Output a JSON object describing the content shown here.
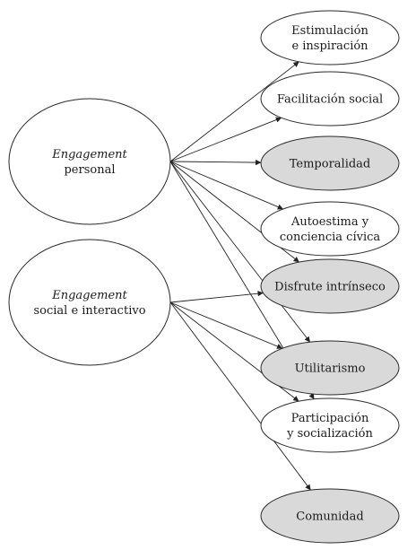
{
  "sources": [
    {
      "id": "personal",
      "lines": [
        "Engagement",
        "personal"
      ],
      "italic_first": true
    },
    {
      "id": "social",
      "lines": [
        "Engagement",
        "social e interactivo"
      ],
      "italic_first": true
    }
  ],
  "targets": [
    {
      "id": "estimulacion",
      "lines": [
        "Estimulación",
        "e inspiración"
      ],
      "fill": "#ffffff"
    },
    {
      "id": "facilitacion",
      "lines": [
        "Facilitación social"
      ],
      "fill": "#ffffff"
    },
    {
      "id": "temporalidad",
      "lines": [
        "Temporalidad"
      ],
      "fill": "#d9d9d9"
    },
    {
      "id": "autoestima",
      "lines": [
        "Autoestima y",
        "conciencia cívica"
      ],
      "fill": "#ffffff"
    },
    {
      "id": "disfrute",
      "lines": [
        "Disfrute intrínseco"
      ],
      "fill": "#d9d9d9"
    },
    {
      "id": "utilitarismo",
      "lines": [
        "Utilitarismo"
      ],
      "fill": "#d9d9d9"
    },
    {
      "id": "participacion",
      "lines": [
        "Participación",
        "y socialización"
      ],
      "fill": "#ffffff"
    },
    {
      "id": "comunidad",
      "lines": [
        "Comunidad"
      ],
      "fill": "#d9d9d9"
    }
  ],
  "edges": [
    [
      "personal",
      "estimulacion"
    ],
    [
      "personal",
      "facilitacion"
    ],
    [
      "personal",
      "temporalidad"
    ],
    [
      "personal",
      "autoestima"
    ],
    [
      "personal",
      "disfrute"
    ],
    [
      "personal",
      "utilitarismo"
    ],
    [
      "personal",
      "participacion"
    ],
    [
      "social",
      "disfrute"
    ],
    [
      "social",
      "utilitarismo"
    ],
    [
      "social",
      "participacion"
    ],
    [
      "social",
      "comunidad"
    ]
  ]
}
